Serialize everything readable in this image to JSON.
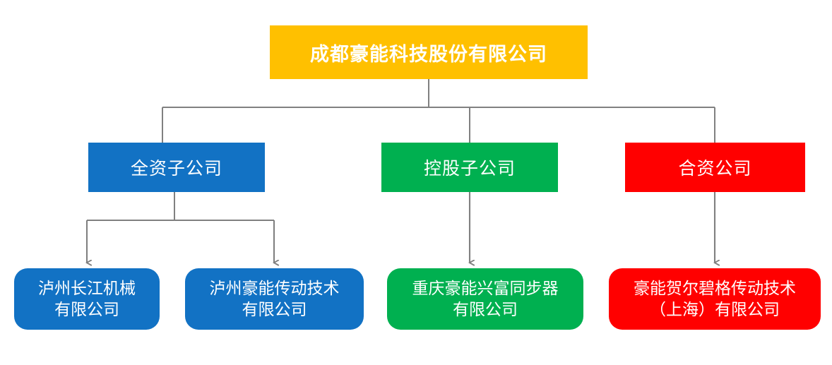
{
  "diagram": {
    "type": "organization-chart",
    "background_color": "#ffffff",
    "connector_color": "#808080",
    "root": {
      "label": "成都豪能科技股份有限公司",
      "color": "#ffc000",
      "text_color": "#ffffff"
    },
    "categories": [
      {
        "id": "wholly-owned",
        "label": "全资子公司",
        "color": "#1272c4",
        "text_color": "#ffffff"
      },
      {
        "id": "holding",
        "label": "控股子公司",
        "color": "#00b050",
        "text_color": "#ffffff"
      },
      {
        "id": "joint-venture",
        "label": "合资公司",
        "color": "#ff0000",
        "text_color": "#ffffff"
      }
    ],
    "subsidiaries": [
      {
        "id": "luzhou-changjiang",
        "parent": "wholly-owned",
        "label": "泸州长江机械\n有限公司",
        "color": "#1272c4",
        "text_color": "#ffffff"
      },
      {
        "id": "luzhou-haoneng-transmission",
        "parent": "wholly-owned",
        "label": "泸州豪能传动技术\n有限公司",
        "color": "#1272c4",
        "text_color": "#ffffff"
      },
      {
        "id": "chongqing-xingfu-synchronizer",
        "parent": "holding",
        "label": "重庆豪能兴富同步器\n有限公司",
        "color": "#00b050",
        "text_color": "#ffffff"
      },
      {
        "id": "haoneng-hoerbiger-shanghai",
        "parent": "joint-venture",
        "label": "豪能贺尔碧格传动技术\n（上海）有限公司",
        "color": "#ff0000",
        "text_color": "#ffffff"
      }
    ]
  }
}
